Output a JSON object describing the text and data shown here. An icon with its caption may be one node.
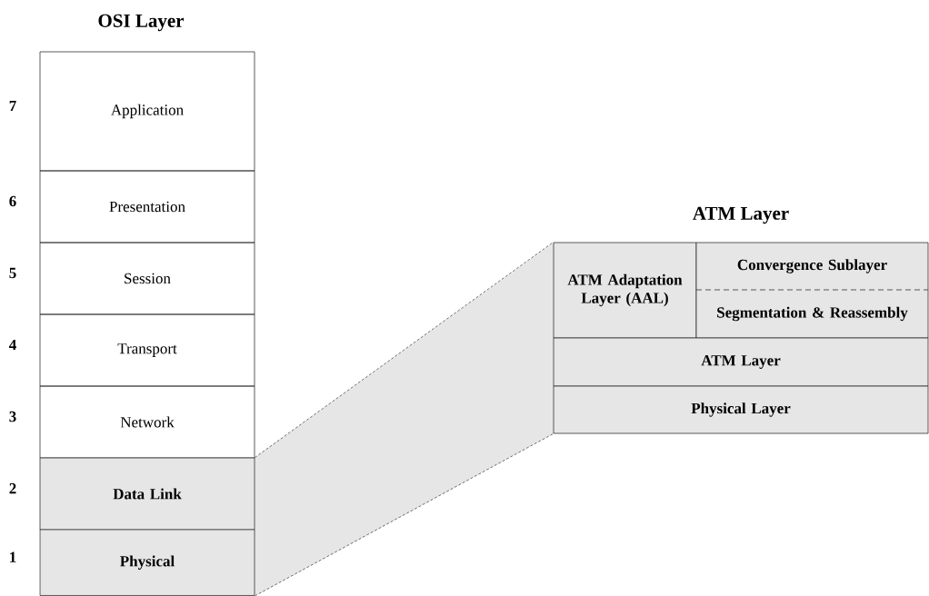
{
  "diagram": {
    "nodes": [
      {
        "text": [
          "Application"
        ],
        "beside": [
          "7"
        ]
      },
      {
        "text": [
          "Presentation"
        ],
        "beside": [
          "6"
        ]
      },
      {
        "text": [
          "Session"
        ],
        "beside": [
          "5"
        ]
      },
      {
        "text": [
          "Transport"
        ],
        "beside": [
          "4"
        ]
      },
      {
        "text": [
          "Network"
        ],
        "beside": [
          "3"
        ]
      },
      {
        "text": [
          "Data Link"
        ],
        "beside": [
          "2"
        ]
      },
      {
        "text": [
          "Physical"
        ],
        "beside": [
          "1"
        ]
      },
      {
        "text": [
          "ATM Adaptation Layer (AAL)"
        ]
      },
      {
        "text": [
          "Convergence Sublayer"
        ]
      },
      {
        "text": [
          "Segmentation & Reassembly"
        ]
      },
      {
        "text": [
          "ATM Layer"
        ]
      },
      {
        "text": [
          "Physical Layer"
        ]
      }
    ],
    "edges": [
      {
        "from": 5,
        "to": 7,
        "arrow": "none",
        "style": "dashed"
      },
      {
        "from": 6,
        "to": 11,
        "arrow": "none",
        "style": "dashed"
      }
    ],
    "labels": [
      "OSI Layer",
      "ATM Layer"
    ]
  }
}
